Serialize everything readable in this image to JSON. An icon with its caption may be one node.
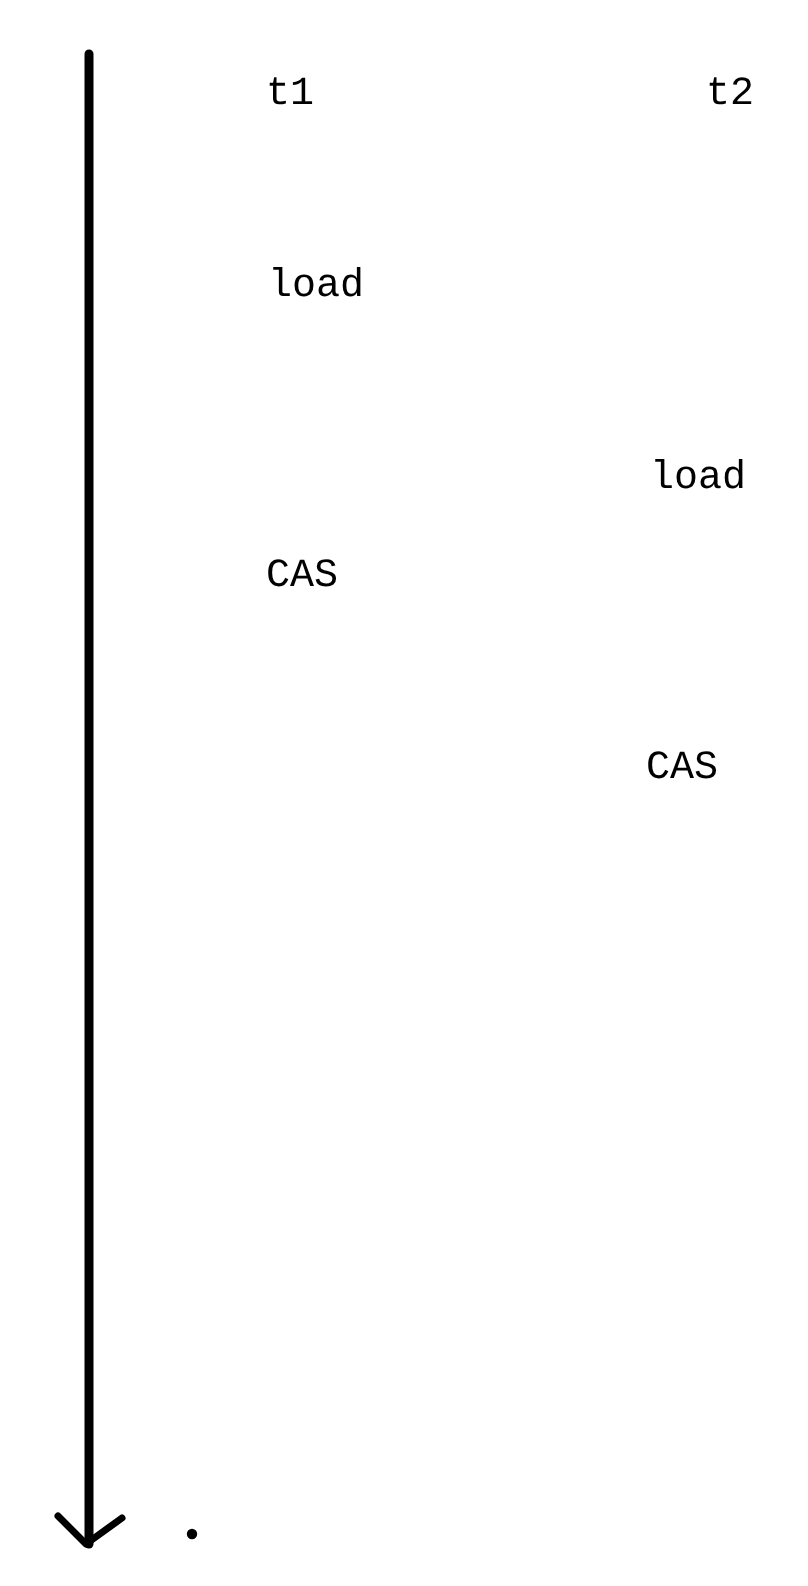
{
  "diagram": {
    "labels": [
      "t1",
      "t2",
      "load",
      "load",
      "CAS",
      "CAS"
    ]
  }
}
